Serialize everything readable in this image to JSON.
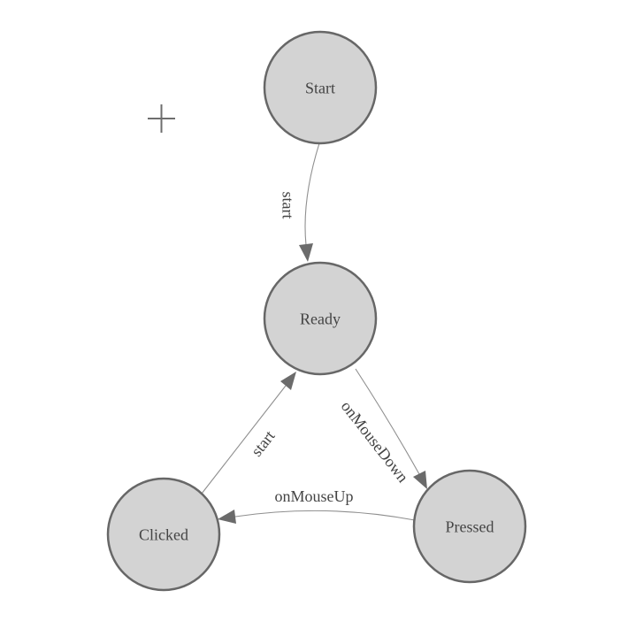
{
  "diagram": {
    "type": "state-machine",
    "nodes": [
      {
        "id": "start",
        "label": "Start"
      },
      {
        "id": "ready",
        "label": "Ready"
      },
      {
        "id": "clicked",
        "label": "Clicked"
      },
      {
        "id": "pressed",
        "label": "Pressed"
      }
    ],
    "edges": [
      {
        "from": "Start",
        "to": "Ready",
        "label": "start"
      },
      {
        "from": "Clicked",
        "to": "Ready",
        "label": "start"
      },
      {
        "from": "Ready",
        "to": "Pressed",
        "label": "onMouseDown"
      },
      {
        "from": "Pressed",
        "to": "Clicked",
        "label": "onMouseUp"
      }
    ],
    "colors": {
      "node_fill": "#d3d3d3",
      "node_border": "#676767",
      "edge_line": "#8f8f8f",
      "arrowhead": "#6b6b6b",
      "label_text": "#444444",
      "plus_icon": "#6e6e6e"
    },
    "plus_symbol": "+"
  }
}
